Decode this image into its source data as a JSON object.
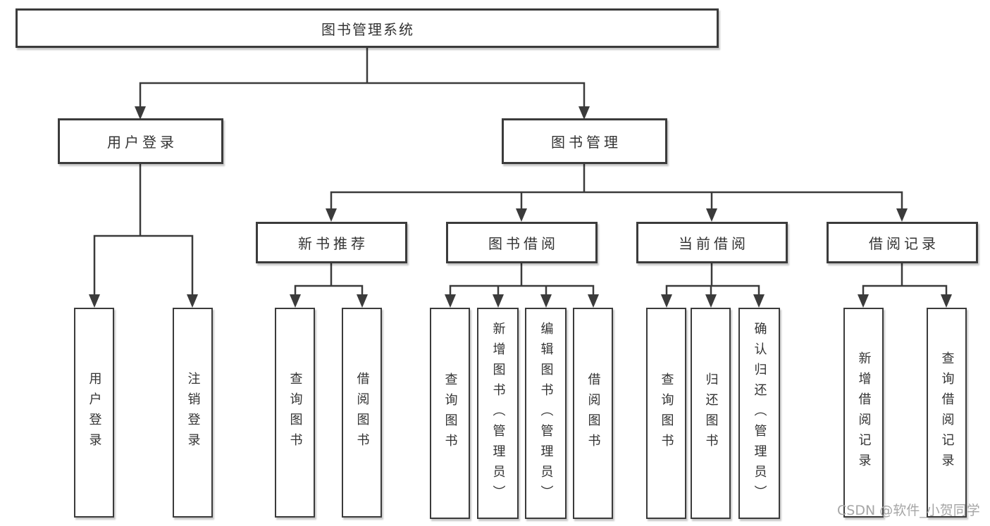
{
  "tree": {
    "root": {
      "label": "图书管理系统",
      "children": [
        {
          "label": "用户登录",
          "children": [
            {
              "label": "用户登录"
            },
            {
              "label": "注销登录"
            }
          ]
        },
        {
          "label": "图书管理",
          "children": [
            {
              "label": "新书推荐",
              "children": [
                {
                  "label": "查询图书"
                },
                {
                  "label": "借阅图书"
                }
              ]
            },
            {
              "label": "图书借阅",
              "children": [
                {
                  "label": "查询图书"
                },
                {
                  "label": "新增图书（管理员）"
                },
                {
                  "label": "编辑图书（管理员）"
                },
                {
                  "label": "借阅图书"
                }
              ]
            },
            {
              "label": "当前借阅",
              "children": [
                {
                  "label": "查询图书"
                },
                {
                  "label": "归还图书"
                },
                {
                  "label": "确认归还（管理员）"
                }
              ]
            },
            {
              "label": "借阅记录",
              "children": [
                {
                  "label": "新增借阅记录"
                },
                {
                  "label": "查询借阅记录"
                }
              ]
            }
          ]
        }
      ]
    }
  },
  "watermark": {
    "text": "CSDN @软件_小贺同学"
  },
  "colors": {
    "line": "#3b3b3b",
    "box_border": "#3b3b3b",
    "box_background": "#ffffff",
    "text": "#333333",
    "watermark": "#a6a6a6"
  }
}
